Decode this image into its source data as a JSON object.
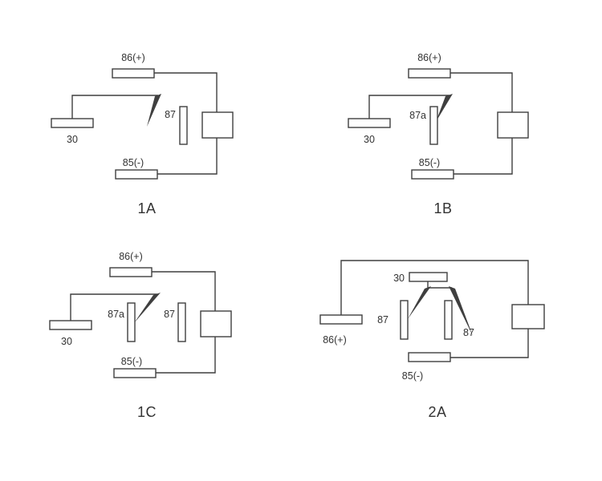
{
  "figure": {
    "background": "#ffffff",
    "line_color": "#3f3f3f",
    "description": "Relay internal wiring diagrams, four variants",
    "diagrams": [
      {
        "caption": "1A",
        "pins": {
          "coil_plus": "86(+)",
          "coil_minus": "85(-)",
          "common": "30",
          "normally_open": "87"
        }
      },
      {
        "caption": "1B",
        "pins": {
          "coil_plus": "86(+)",
          "coil_minus": "85(-)",
          "common": "30",
          "normally_closed": "87a"
        }
      },
      {
        "caption": "1C",
        "pins": {
          "coil_plus": "86(+)",
          "coil_minus": "85(-)",
          "common": "30",
          "normally_closed": "87a",
          "normally_open": "87"
        }
      },
      {
        "caption": "2A",
        "pins": {
          "coil_plus": "86(+)",
          "coil_minus": "85(-)",
          "common": "30",
          "output_1": "87",
          "output_2": "87"
        }
      }
    ]
  }
}
